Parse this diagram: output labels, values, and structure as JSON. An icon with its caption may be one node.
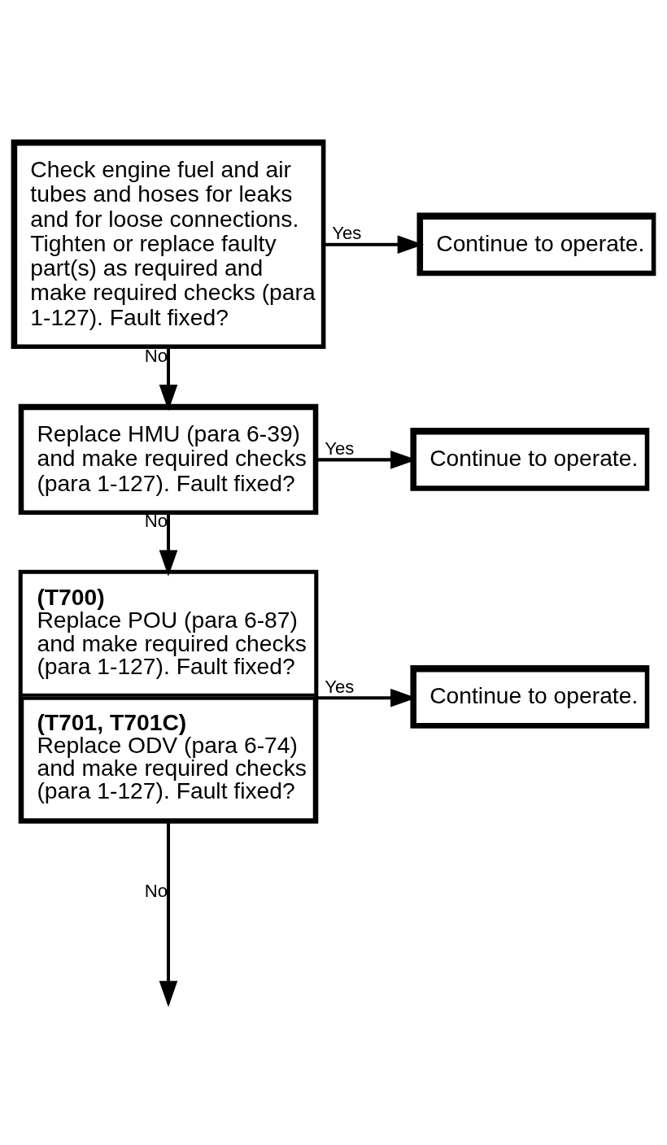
{
  "diagram": {
    "nodes": [
      {
        "text": [
          "Check engine fuel and air tubes and hoses for leaks and for loose connections. Tighten or replace faulty part(s) as required and make required checks (para 1-127). Fault fixed?"
        ]
      },
      {
        "text": [
          "Continue to operate."
        ]
      },
      {
        "text": [
          "Replace HMU (para 6-39) and make required checks (para 1-127). Fault fixed?"
        ]
      },
      {
        "text": [
          "Continue to operate."
        ]
      },
      {
        "text": [
          "**(T700)** Replace POU (para 6-87) and make required checks (para 1-127). Fault fixed?",
          "**(T701, T701C)** Replace ODV (para 6-74) and make required checks (para 1-127). Fault fixed?"
        ]
      },
      {
        "text": [
          "Continue to operate."
        ]
      }
    ],
    "edges": [
      {
        "from": 0,
        "to": 1,
        "arrow": "to",
        "label": "Yes"
      },
      {
        "from": 0,
        "to": 2,
        "arrow": "to",
        "label": "No"
      },
      {
        "from": 2,
        "to": 3,
        "arrow": "to",
        "label": "Yes"
      },
      {
        "from": 2,
        "to": 4,
        "arrow": "to",
        "label": "No"
      },
      {
        "from": 4,
        "to": 5,
        "arrow": "to",
        "label": "Yes"
      },
      {
        "from": 4,
        "to": null,
        "arrow": "to",
        "label": "No"
      }
    ]
  }
}
